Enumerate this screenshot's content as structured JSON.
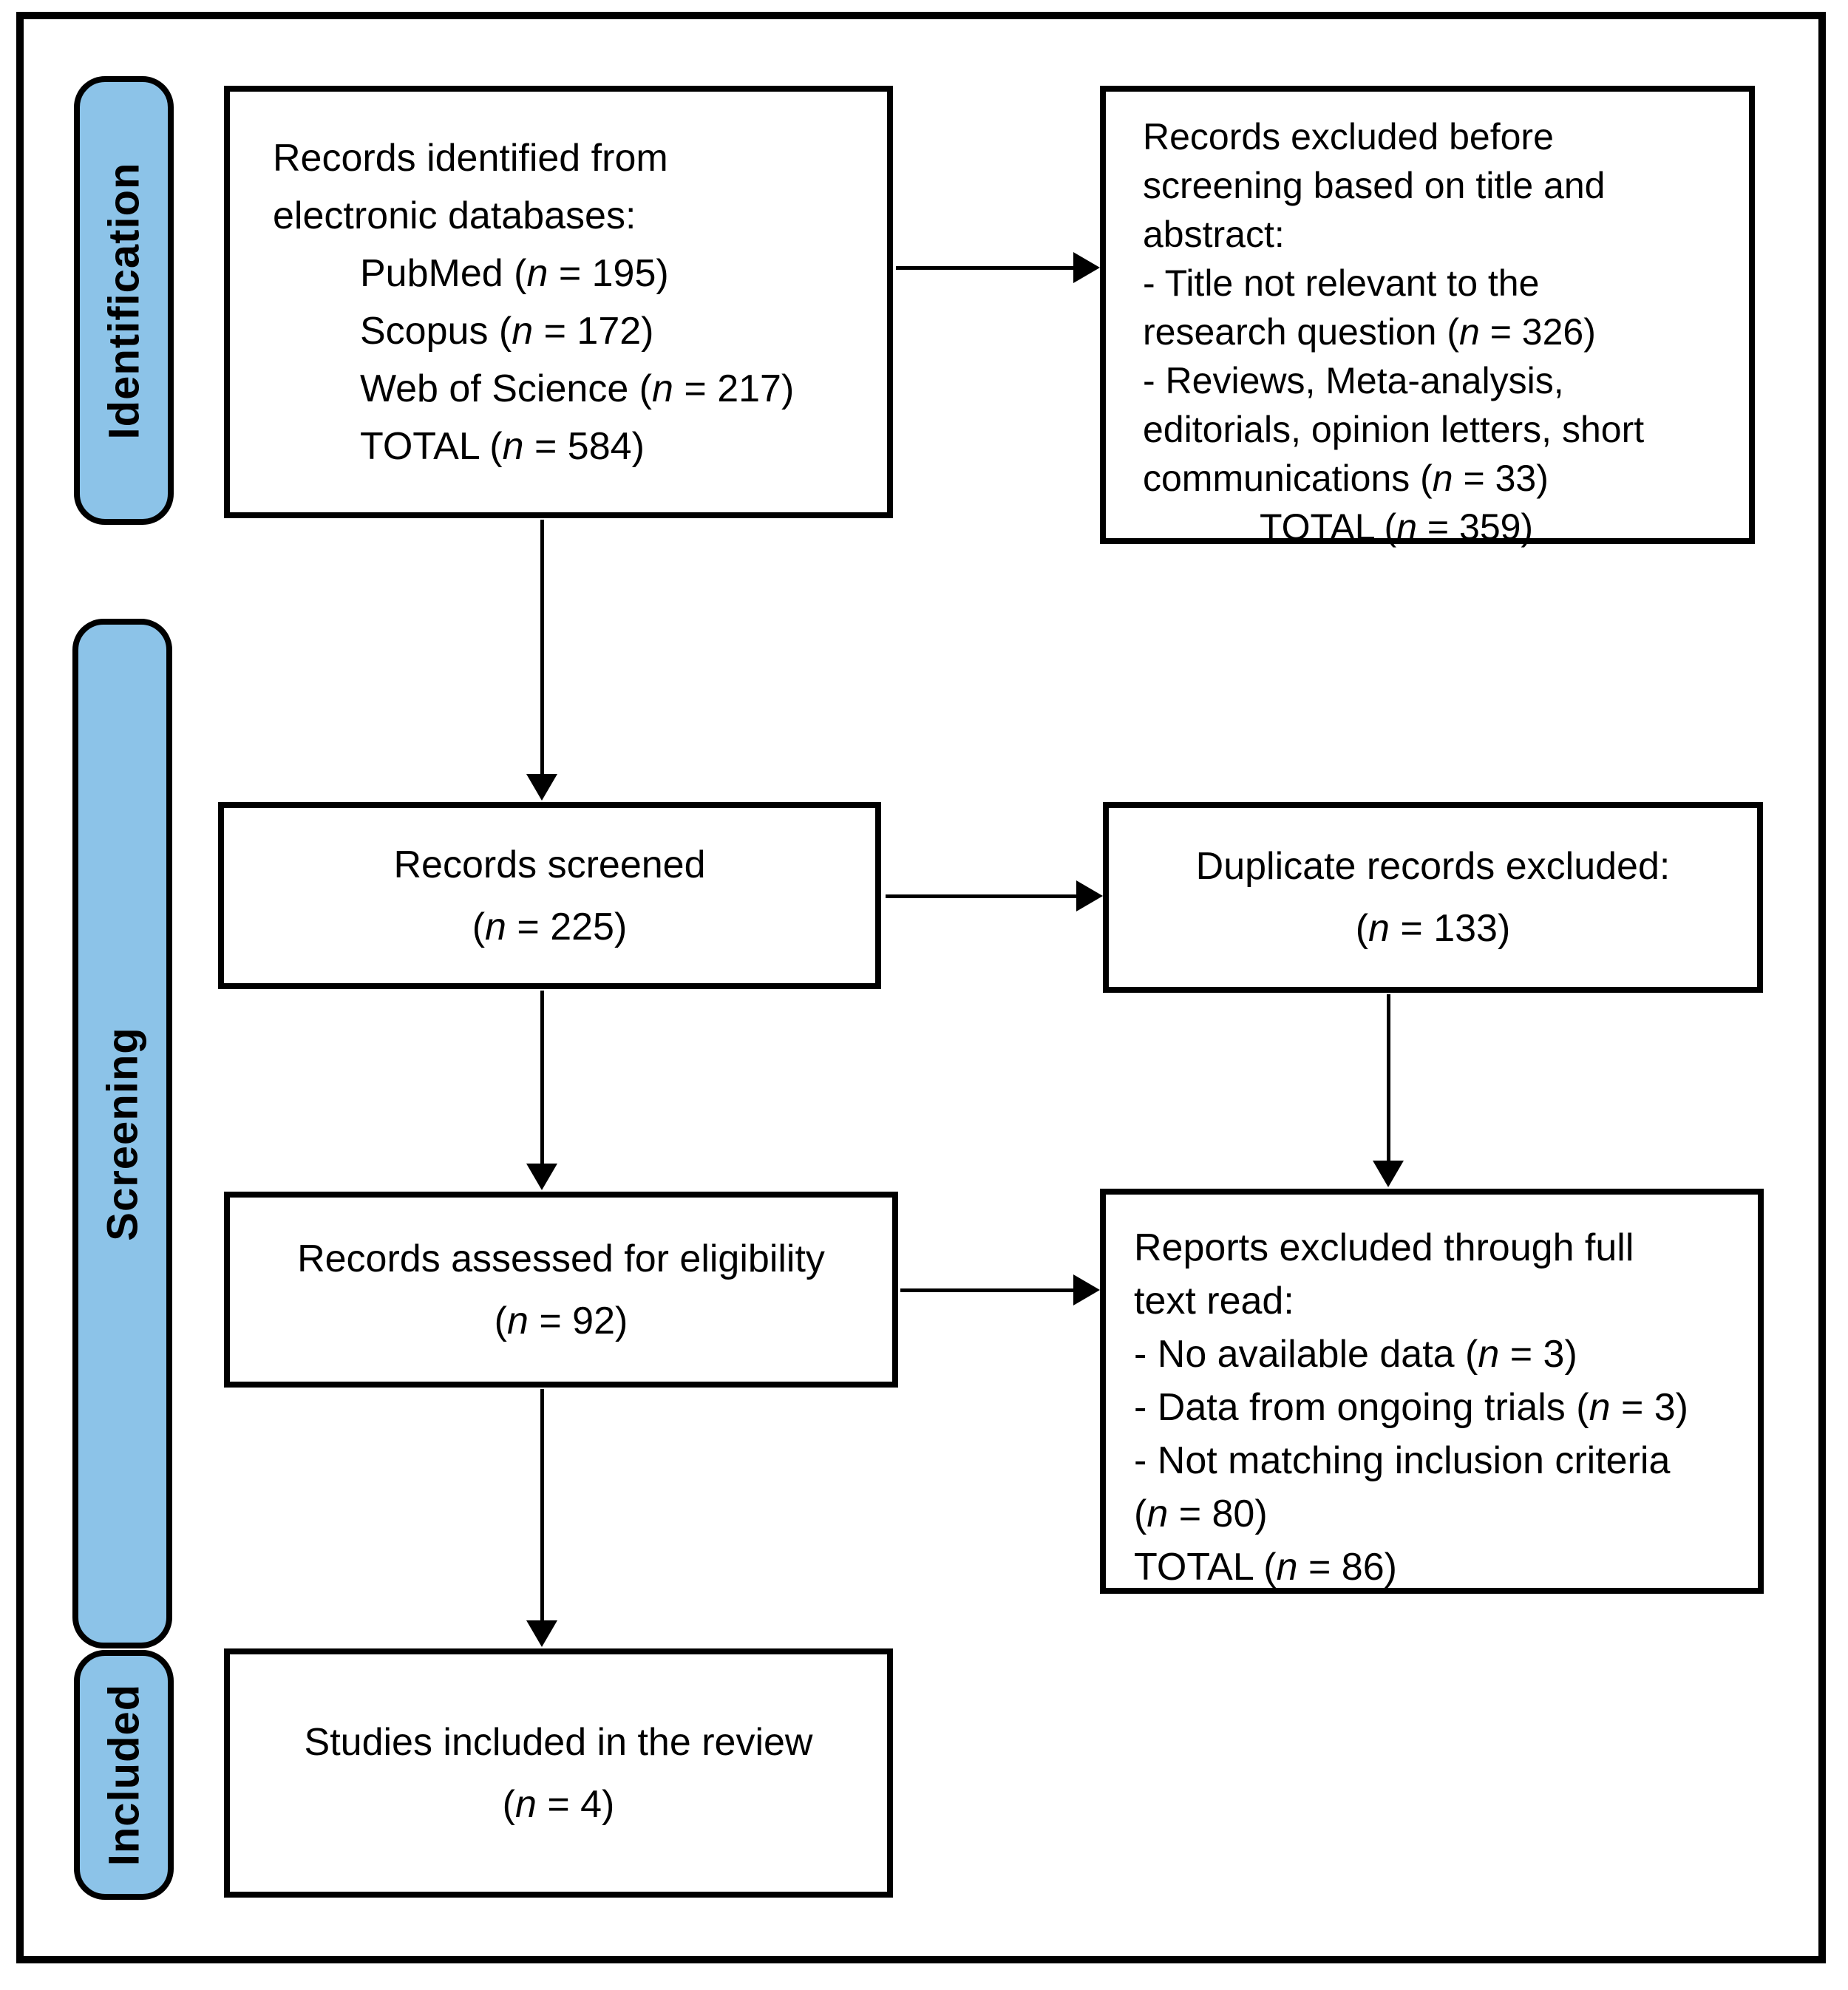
{
  "colors": {
    "stage_fill": "#8CC3E8",
    "line": "#000000",
    "box_fill": "#FFFFFF",
    "bg": "#FFFFFF"
  },
  "stages": {
    "identification": "Identification",
    "screening": "Screening",
    "included": "Included"
  },
  "boxes": {
    "identified": {
      "lines": [
        {
          "text": "Records identified from"
        },
        {
          "text": "electronic databases:"
        },
        {
          "text": "PubMed (n = 195)",
          "indent": true
        },
        {
          "text": "Scopus (n = 172)",
          "indent": true
        },
        {
          "text": "Web of Science (n = 217)",
          "indent": true
        },
        {
          "text": "TOTAL (n = 584)",
          "indent": true
        }
      ]
    },
    "excluded_before": {
      "lines": [
        {
          "text": "Records excluded before"
        },
        {
          "text": "screening based on title and"
        },
        {
          "text": "abstract:"
        },
        {
          "text": "- Title not relevant to the"
        },
        {
          "text": "research question (n = 326)"
        },
        {
          "text": "- Reviews, Meta-analysis,"
        },
        {
          "text": "editorials, opinion letters, short"
        },
        {
          "text": "communications (n = 33)"
        },
        {
          "text": "TOTAL (n = 359)",
          "indent2": true
        }
      ]
    },
    "screened": {
      "lines": [
        {
          "text": "Records screened"
        },
        {
          "text": "(n = 225)"
        }
      ]
    },
    "duplicates": {
      "lines": [
        {
          "text": "Duplicate records excluded:"
        },
        {
          "text": "(n = 133)"
        }
      ]
    },
    "assessed": {
      "lines": [
        {
          "text": "Records assessed for eligibility"
        },
        {
          "text": "(n = 92)"
        }
      ]
    },
    "excluded_fulltext": {
      "lines": [
        {
          "text": "Reports excluded through full"
        },
        {
          "text": "text read:"
        },
        {
          "text": "- No available data (n = 3)"
        },
        {
          "text": "- Data from ongoing trials (n = 3)"
        },
        {
          "text": "- Not matching inclusion criteria"
        },
        {
          "text": "(n = 80)"
        },
        {
          "text": "TOTAL (n = 86)"
        }
      ]
    },
    "included_studies": {
      "lines": [
        {
          "text": "Studies included in the review"
        },
        {
          "text": "(n = 4)"
        }
      ]
    }
  }
}
